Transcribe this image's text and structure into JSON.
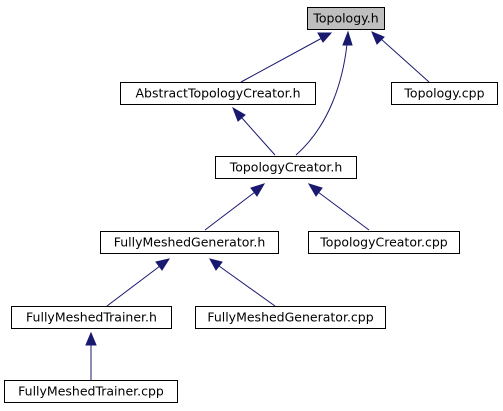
{
  "colors": {
    "edge": "#191970",
    "root_fill": "#bfbfbf",
    "node_fill": "#ffffff",
    "border": "#000000"
  },
  "nodes": {
    "topology_h": "Topology.h",
    "abstract_creator_h": "AbstractTopologyCreator.h",
    "topology_cpp": "Topology.cpp",
    "topology_creator_h": "TopologyCreator.h",
    "fully_meshed_generator_h": "FullyMeshedGenerator.h",
    "topology_creator_cpp": "TopologyCreator.cpp",
    "fully_meshed_trainer_h": "FullyMeshedTrainer.h",
    "fully_meshed_generator_cpp": "FullyMeshedGenerator.cpp",
    "fully_meshed_trainer_cpp": "FullyMeshedTrainer.cpp"
  }
}
